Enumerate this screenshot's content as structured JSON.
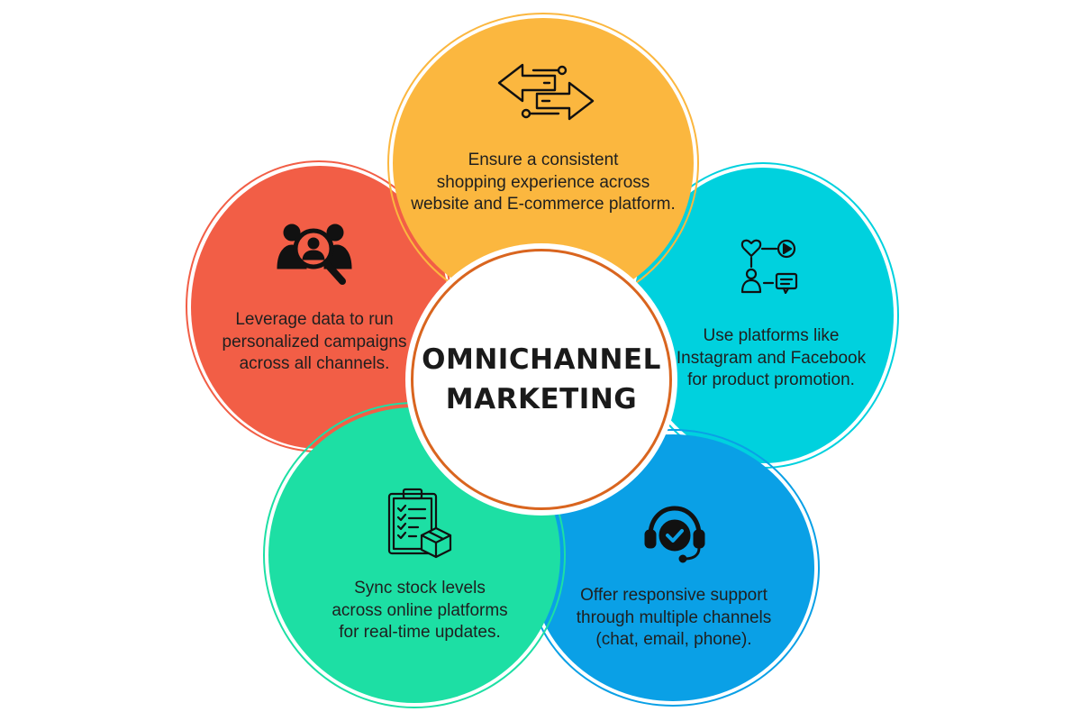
{
  "title": "OMNICHANNEL\nMARKETING",
  "colors": {
    "yellow": "#fbb73f",
    "red": "#f25e46",
    "cyan": "#00d1de",
    "green": "#1ddfa4",
    "blue": "#0aa0e6",
    "center_border": "#d9651f"
  },
  "petals": [
    {
      "id": "top",
      "icon": "arrows-exchange-icon",
      "text": "Ensure a consistent\nshopping experience across\nwebsite and E-commerce platform."
    },
    {
      "id": "left",
      "icon": "customer-search-icon",
      "text": "Leverage data to run\npersonalized campaigns\nacross all channels."
    },
    {
      "id": "right",
      "icon": "social-media-icon",
      "text": "Use platforms like\nInstagram and Facebook\nfor product promotion."
    },
    {
      "id": "bottom-left",
      "icon": "inventory-clipboard-icon",
      "text": "Sync stock levels\nacross online platforms\nfor real-time updates."
    },
    {
      "id": "bottom-right",
      "icon": "customer-support-headset-icon",
      "text": "Offer responsive support\nthrough multiple channels\n(chat, email, phone)."
    }
  ]
}
